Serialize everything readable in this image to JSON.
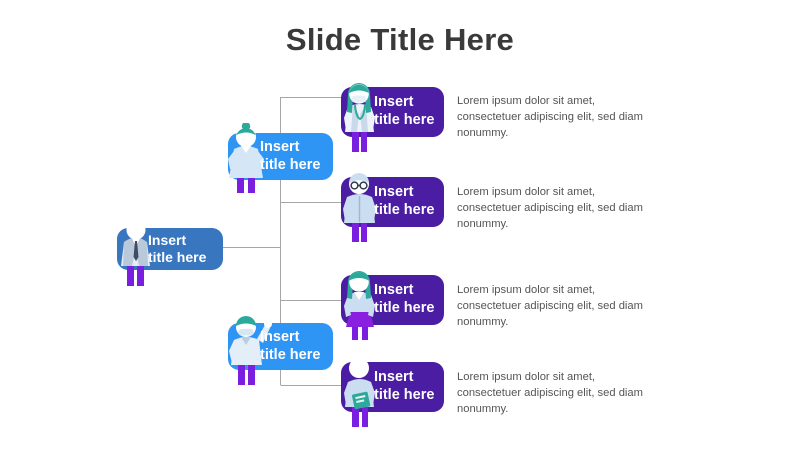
{
  "slide": {
    "title": "Slide Title Here",
    "background": "#FFFFFF",
    "title_color": "#3A3A3A"
  },
  "colors": {
    "root_node": "#3876C0",
    "level2_node": "#2F95F5",
    "level3_node": "#4A1DA2",
    "connector_line": "#A6A6A6",
    "body_text": "#555555",
    "node_label_text": "#FFFFFF",
    "figure_accent_teal": "#2BA99B",
    "figure_accent_purple": "#7A1FE0",
    "figure_shirt_light": "#CBDDF0"
  },
  "root": {
    "label": "Insert\ntitle here",
    "icon": "person-suit-tie-icon"
  },
  "level2": [
    {
      "label": "Insert\ntitle here",
      "icon": "person-female-bun-icon"
    },
    {
      "label": "Insert\ntitle here",
      "icon": "person-raised-arm-icon"
    }
  ],
  "level3": [
    {
      "label": "Insert\ntitle here",
      "icon": "person-doctor-mask-icon",
      "body": "Lorem ipsum dolor sit amet, consectetuer adipiscing elit, sed diam nonummy."
    },
    {
      "label": "Insert\ntitle here",
      "icon": "person-glasses-icon",
      "body": "Lorem ipsum dolor sit amet, consectetuer adipiscing elit, sed diam nonummy."
    },
    {
      "label": "Insert\ntitle here",
      "icon": "person-female-skirt-icon",
      "body": "Lorem ipsum dolor sit amet, consectetuer adipiscing elit, sed diam nonummy."
    },
    {
      "label": "Insert\ntitle here",
      "icon": "person-clipboard-icon",
      "body": "Lorem ipsum dolor sit amet, consectetuer adipiscing elit, sed diam nonummy."
    }
  ]
}
